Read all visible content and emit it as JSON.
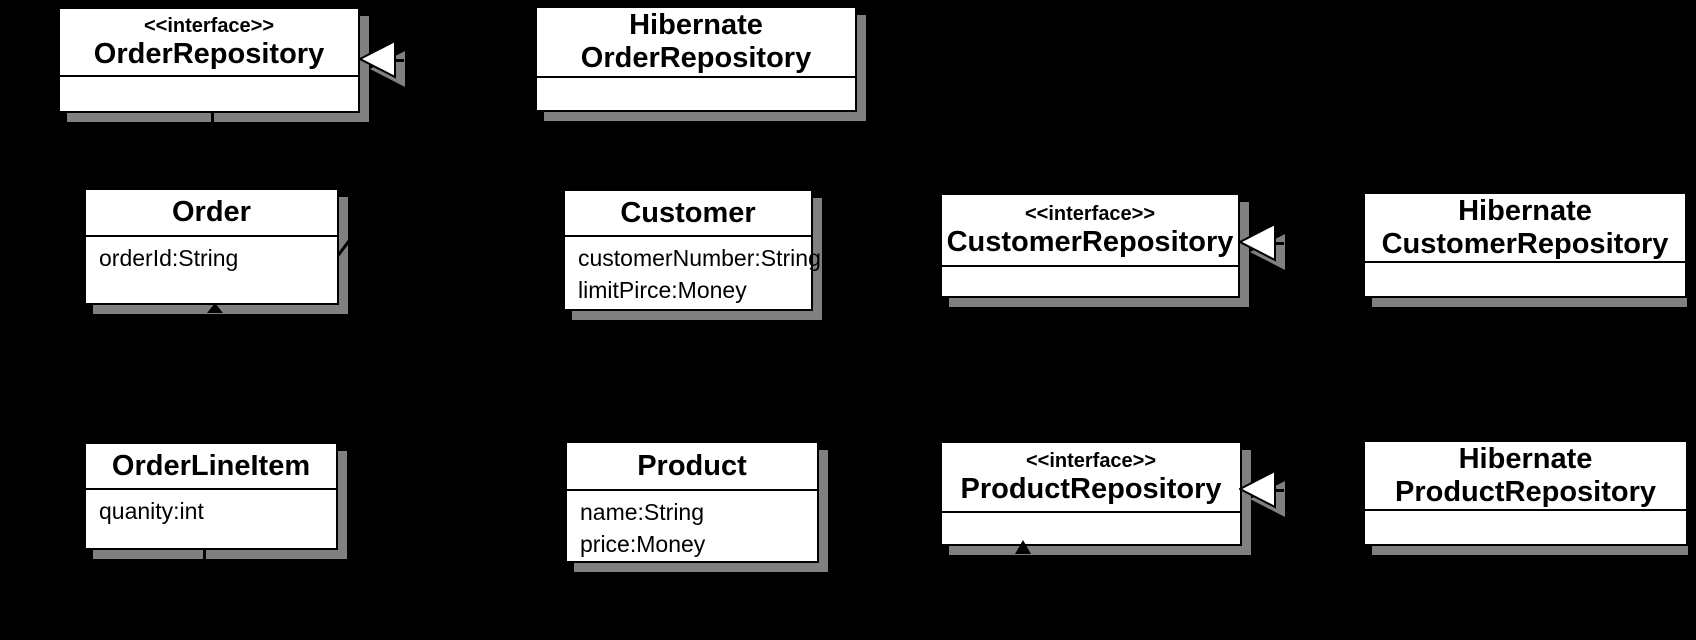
{
  "diagram": {
    "kind": "uml-class-diagram",
    "background_color": "#000000",
    "box_fill_color": "#ffffff",
    "line_color": "#000000",
    "shadow_color": "#808080",
    "classes": [
      {
        "stereotype": "<<interface>>",
        "name": "OrderRepository",
        "attributes": []
      },
      {
        "name_line1": "Hibernate",
        "name_line2": "OrderRepository",
        "attributes": []
      },
      {
        "name": "Order",
        "attributes": [
          "orderId:String"
        ]
      },
      {
        "name": "Customer",
        "attributes": [
          "customerNumber:String",
          "limitPirce:Money"
        ]
      },
      {
        "stereotype": "<<interface>>",
        "name": "CustomerRepository",
        "attributes": []
      },
      {
        "name_line1": "Hibernate",
        "name_line2": "CustomerRepository",
        "attributes": []
      },
      {
        "name": "OrderLineItem",
        "attributes": [
          "quanity:int"
        ]
      },
      {
        "name": "Product",
        "attributes": [
          "name:String",
          "price:Money"
        ]
      },
      {
        "stereotype": "<<interface>>",
        "name": "ProductRepository",
        "attributes": []
      },
      {
        "name_line1": "Hibernate",
        "name_line2": "ProductRepository",
        "attributes": []
      }
    ]
  }
}
